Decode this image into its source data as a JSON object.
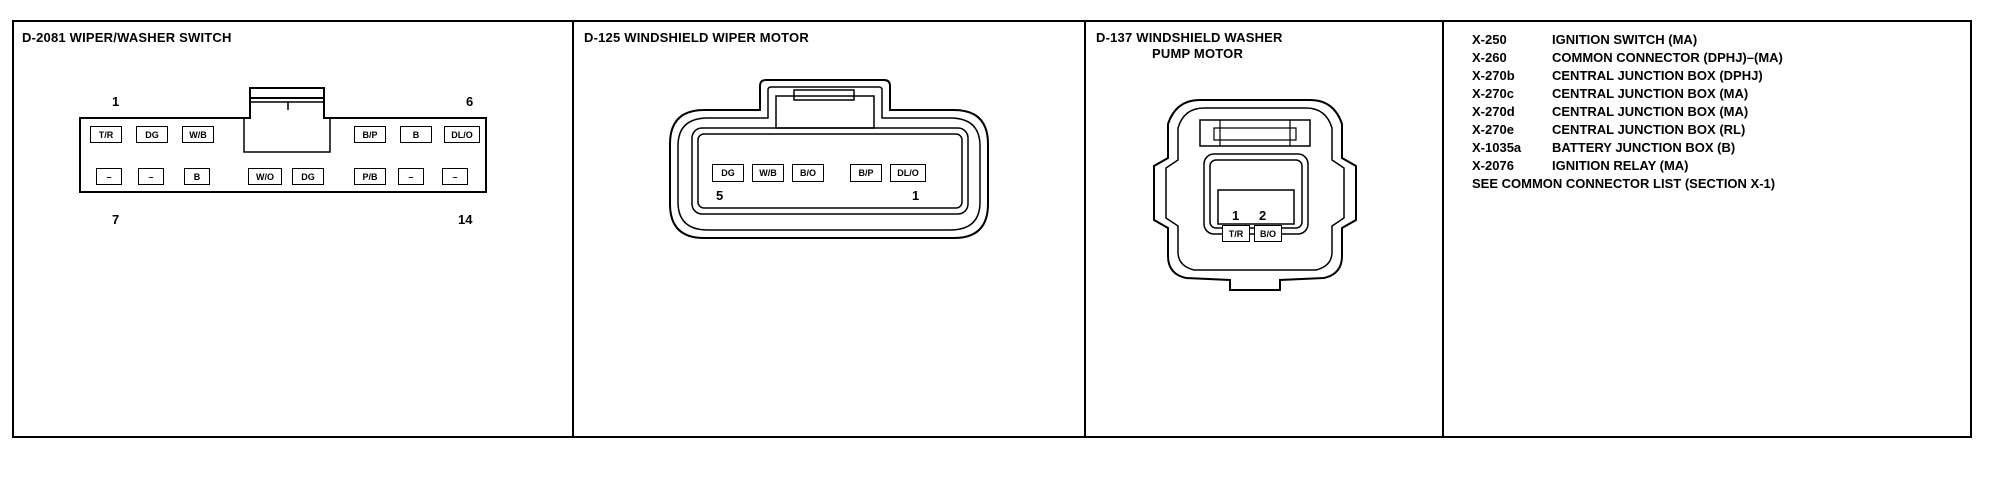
{
  "panels": {
    "d2081": {
      "title": "D-2081 WIPER/WASHER SWITCH",
      "pin_first_top": "1",
      "pin_last_top": "6",
      "pin_first_bottom": "7",
      "pin_last_bottom": "14",
      "top_left_pins": [
        "T/R",
        "DG",
        "W/B"
      ],
      "top_right_pins": [
        "B/P",
        "B",
        "DL/O"
      ],
      "bottom_left_pins": [
        "–",
        "–",
        "B"
      ],
      "bottom_mid_pins": [
        "W/O",
        "DG"
      ],
      "bottom_right_pins": [
        "P/B",
        "–",
        "–"
      ]
    },
    "d125": {
      "title": "D-125  WINDSHIELD WIPER MOTOR",
      "pins": [
        "DG",
        "W/B",
        "B/O",
        "B/P",
        "DL/O"
      ],
      "pin_left": "5",
      "pin_right": "1"
    },
    "d137": {
      "title_line1": "D-137  WINDSHIELD WASHER",
      "title_line2": "PUMP MOTOR",
      "pins": [
        "T/R",
        "B/O"
      ],
      "pin_num1": "1",
      "pin_num2": "2"
    },
    "references": {
      "items": [
        {
          "code": "X-250",
          "desc": "IGNITION SWITCH (MA)"
        },
        {
          "code": "X-260",
          "desc": "COMMON CONNECTOR (DPHJ)–(MA)"
        },
        {
          "code": "X-270b",
          "desc": "CENTRAL JUNCTION BOX (DPHJ)"
        },
        {
          "code": "X-270c",
          "desc": "CENTRAL JUNCTION BOX (MA)"
        },
        {
          "code": "X-270d",
          "desc": "CENTRAL JUNCTION BOX (MA)"
        },
        {
          "code": "X-270e",
          "desc": "CENTRAL JUNCTION BOX (RL)"
        },
        {
          "code": "X-1035a",
          "desc": "BATTERY JUNCTION BOX (B)"
        },
        {
          "code": "X-2076",
          "desc": "IGNITION RELAY (MA)"
        }
      ],
      "note": "SEE COMMON CONNECTOR LIST (SECTION X-1)"
    }
  }
}
